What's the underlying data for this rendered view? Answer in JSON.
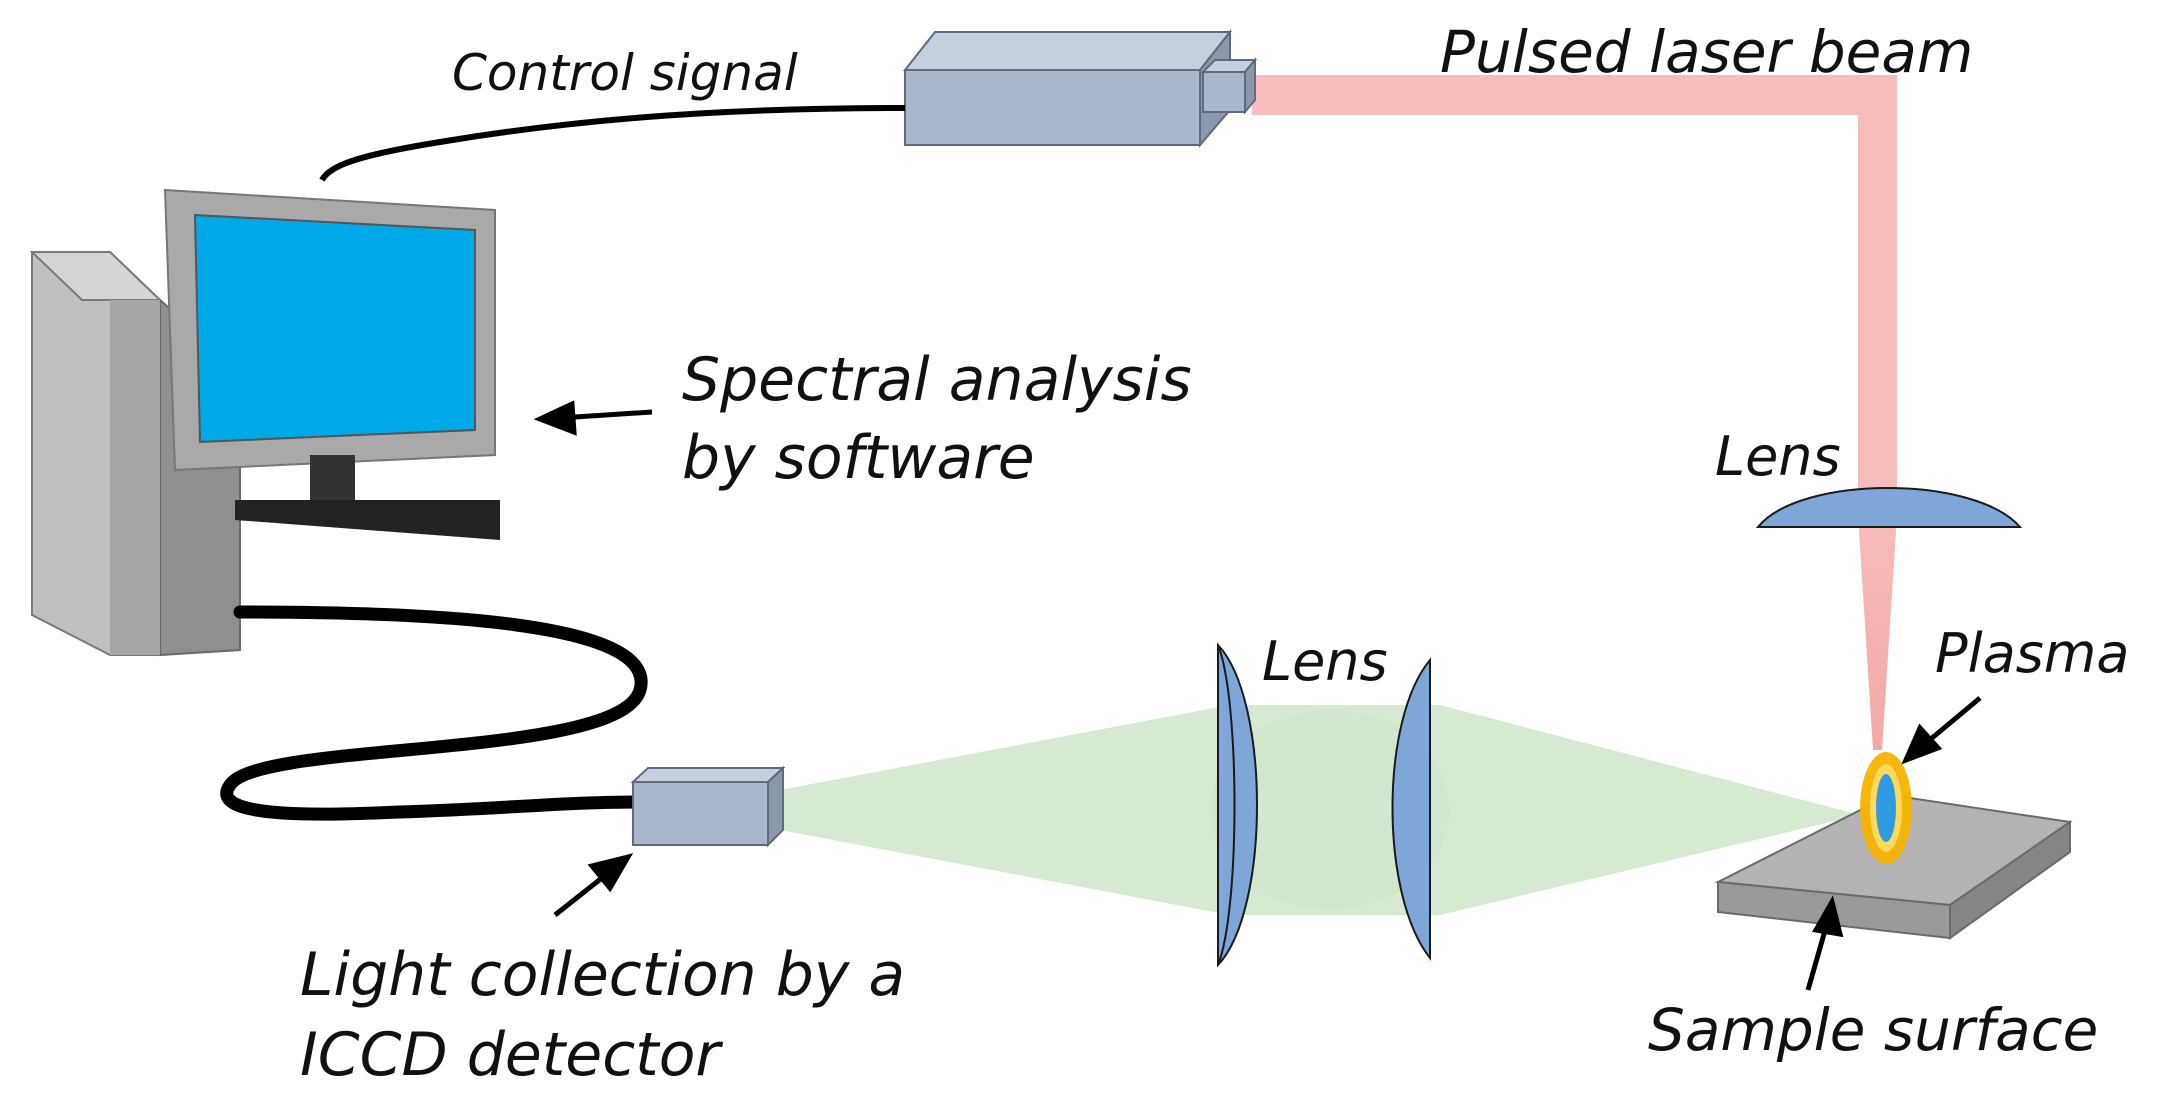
{
  "labels": {
    "control_signal": "Control signal",
    "pulsed_laser_beam": "Pulsed laser beam",
    "spectral_analysis_line1": "Spectral analysis",
    "spectral_analysis_line2": "by software",
    "lens_top": "Lens",
    "lens_middle": "Lens",
    "plasma": "Plasma",
    "light_collection_line1": "Light collection by a",
    "light_collection_line2": "ICCD detector",
    "sample_surface": "Sample surface"
  },
  "colors": {
    "laser_beam": "#f7bcbc",
    "collected_light": "#cfe6cc",
    "lens_fill": "#7fa6d9",
    "device_box": "#aab6c9",
    "monitor_screen": "#00a9e8",
    "monitor_frame": "#a9a9a9",
    "plasma_core": "#2e9be0",
    "plasma_glow": "#f5b400",
    "sample_top": "#b3b3b3",
    "cable": "#000000"
  },
  "icons": {
    "laser": "laser-source-icon",
    "computer": "computer-icon",
    "detector": "iccd-detector-icon",
    "sample": "sample-block-icon"
  }
}
